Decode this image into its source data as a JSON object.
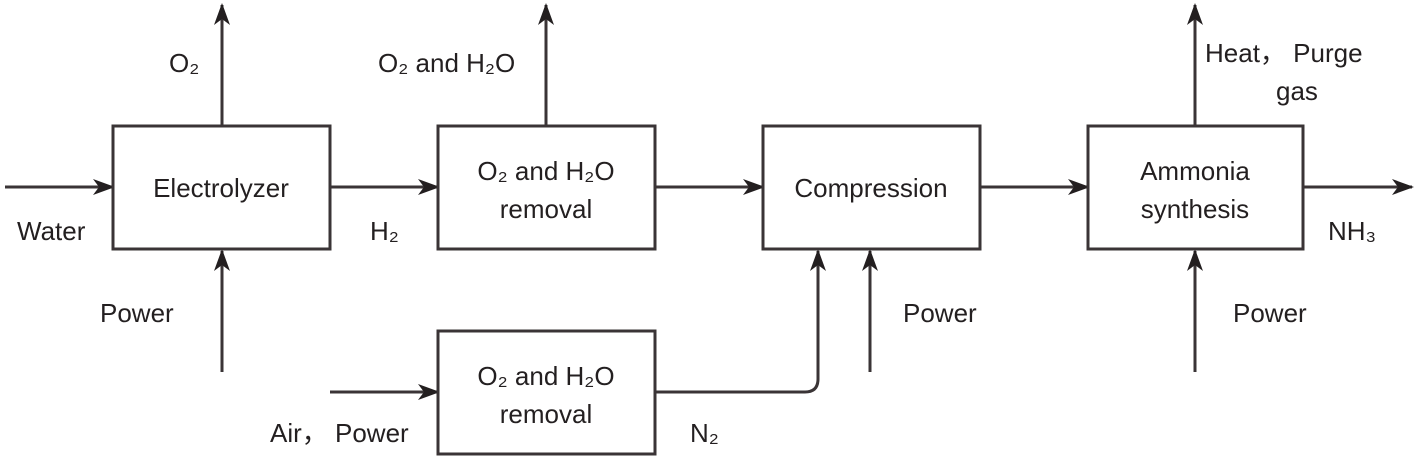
{
  "diagram": {
    "title": "",
    "nodes": [
      {
        "id": "electrolyzer",
        "lines": [
          "Electrolyzer"
        ]
      },
      {
        "id": "h2-purification",
        "lines": [
          "O₂ and H₂O",
          "removal"
        ]
      },
      {
        "id": "compression",
        "lines": [
          "Compression"
        ]
      },
      {
        "id": "ammonia-synthesis",
        "lines": [
          "Ammonia",
          "synthesis"
        ]
      },
      {
        "id": "n2-purification",
        "lines": [
          "O₂ and H₂O",
          "removal"
        ]
      }
    ],
    "labels": {
      "water": "Water",
      "o2_out": "O₂",
      "power_electrolyzer": "Power",
      "h2": "H₂",
      "o2_h2o_out": "O₂ and H₂O",
      "air_power": "Air， Power",
      "n2": "N₂",
      "power_compression": "Power",
      "heat_purge_1": "Heat， Purge",
      "heat_purge_2": "gas",
      "power_ammonia": "Power",
      "nh3": "NH₃"
    },
    "edges": [
      {
        "from": "water",
        "to": "electrolyzer",
        "label": "Water"
      },
      {
        "from": "electrolyzer",
        "to": "o2-out",
        "label": "O₂"
      },
      {
        "from": "power",
        "to": "electrolyzer",
        "label": "Power"
      },
      {
        "from": "electrolyzer",
        "to": "h2-purification",
        "label": "H₂"
      },
      {
        "from": "h2-purification",
        "to": "o2-h2o-out",
        "label": "O₂ and H₂O"
      },
      {
        "from": "h2-purification",
        "to": "compression",
        "label": ""
      },
      {
        "from": "air-power",
        "to": "n2-purification",
        "label": "Air， Power"
      },
      {
        "from": "n2-purification",
        "to": "compression",
        "label": "N₂"
      },
      {
        "from": "power",
        "to": "compression",
        "label": "Power"
      },
      {
        "from": "compression",
        "to": "ammonia-synthesis",
        "label": ""
      },
      {
        "from": "ammonia-synthesis",
        "to": "heat-purge-out",
        "label": "Heat， Purge gas"
      },
      {
        "from": "power",
        "to": "ammonia-synthesis",
        "label": "Power"
      },
      {
        "from": "ammonia-synthesis",
        "to": "nh3-out",
        "label": "NH₃"
      }
    ]
  }
}
